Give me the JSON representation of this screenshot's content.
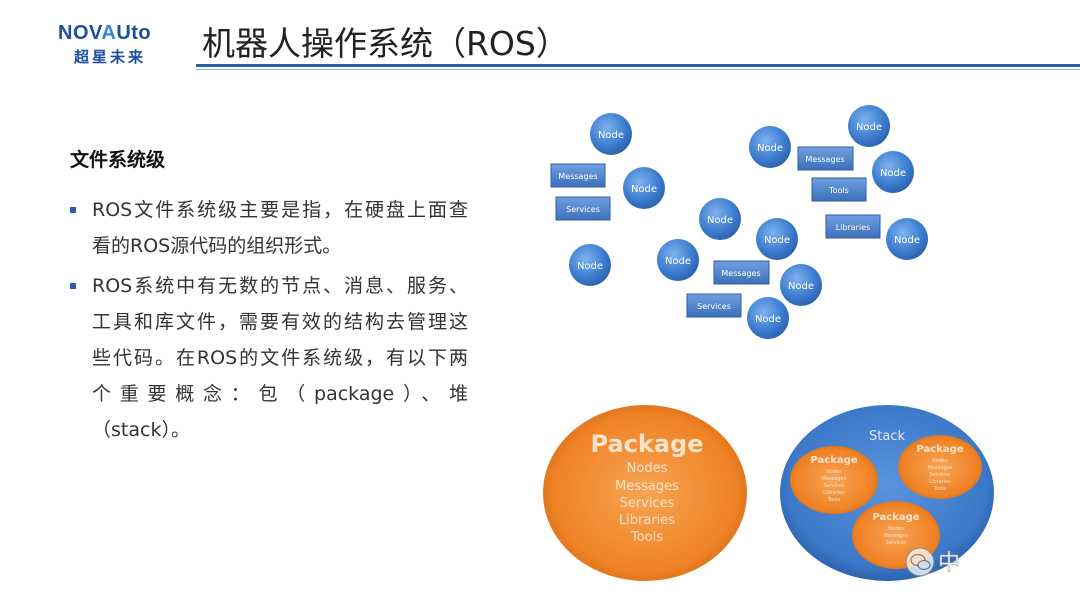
{
  "logo": {
    "text_a": "NOV",
    "text_v": "A",
    "text_b": "Uto",
    "subtitle": "超星未来"
  },
  "title": "机器人操作系统（ROS）",
  "section_heading": "文件系统级",
  "bullets": [
    {
      "lines": [
        "ROS文件系统级主要是指，在硬盘上面查",
        "看的ROS源代码的组织形式。"
      ]
    },
    {
      "lines": [
        "ROS系统中有无数的节点、消息、服务、",
        "工具和库文件，需要有效的结构去管理这",
        "些代码。在ROS的文件系统级，有以下两",
        "个重要概念：包（package）、堆",
        "（stack）。"
      ]
    }
  ],
  "colors": {
    "accent": "#2b5ea9",
    "node_blue": "#3f7fd2",
    "box_blue": "#4a7fc9",
    "package_orange": "#f08a2c",
    "stack_blue": "#3b78c8"
  },
  "node_diagram": {
    "nodes": [
      "Node",
      "Node",
      "Node",
      "Node",
      "Node",
      "Node",
      "Node",
      "Node",
      "Node",
      "Node",
      "Node",
      "Node"
    ],
    "boxes": [
      "Messages",
      "Services",
      "Messages",
      "Tools",
      "Libraries",
      "Messages",
      "Services"
    ]
  },
  "package_diagram": {
    "package_title": "Package",
    "package_items": [
      "Nodes",
      "Messages",
      "Services",
      "Libraries",
      "Tools"
    ],
    "stack_title": "Stack",
    "inner_packages": [
      {
        "title": "Package",
        "items": [
          "Nodes",
          "Messages",
          "Services",
          "Libraries",
          "Tools"
        ]
      },
      {
        "title": "Package",
        "items": [
          "Nodes",
          "Messages",
          "Services",
          "Libraries",
          "Tools"
        ]
      },
      {
        "title": "Package",
        "items": [
          "Nodes",
          "Messages",
          "Services"
        ]
      }
    ]
  },
  "watermark": {
    "icon": "wechat-icon",
    "text": "中"
  }
}
